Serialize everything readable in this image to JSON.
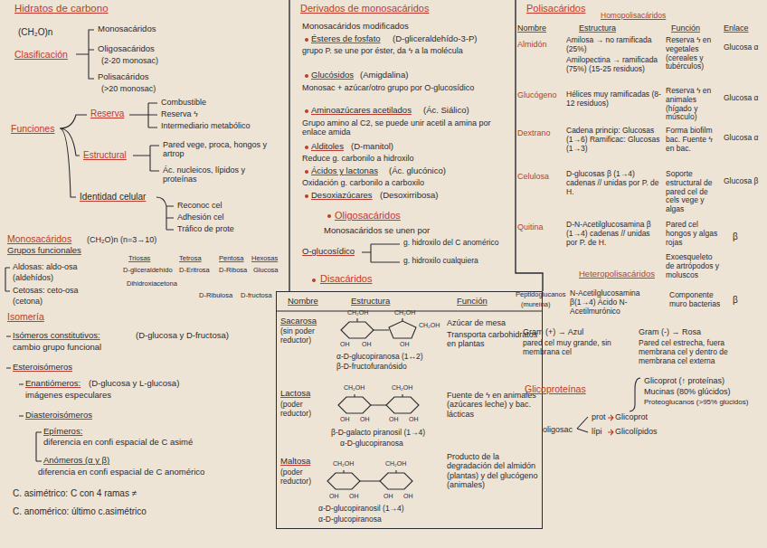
{
  "diagram": {
    "title": "Hidratos de carbono",
    "nodes": [
      {
        "text": [
          "Disacáridos"
        ]
      }
    ],
    "labels": [
      "(CH₂O)n",
      "Clasificación",
      "Monosacáridos",
      "Oligosacáridos",
      "(2-20 monosac)",
      "Polisacáridos",
      "(>20 monosac)",
      "Funciones",
      "Reserva",
      "Combustible",
      "Reserva ϟ",
      "Intermediario metabólico",
      "Estructural",
      "Pared vege, proca, hongos y artrop",
      "Ác. nucleicos, lípidos y proteínas",
      "Identidad celular",
      "Reconoc cel",
      "Adhesión cel",
      "Tráfico de prote",
      "Monosacáridos",
      "(CH₂O)n (n=3→10)",
      "Grupos funcionales",
      "Aldosas: aldo-osa",
      "(aldehídos)",
      "Triosas",
      "Tetrosa",
      "Pentosa",
      "Hexosas",
      "D-gliceraldehído",
      "D-Eritrosa",
      "D-Ribosa",
      "Glucosa",
      "Cetosas: ceto-osa",
      "(cetona)",
      "Dihidroxiacetona",
      "D-Ribulosa",
      "D-fructosa",
      "Isomería",
      "Isómeros constitutivos:",
      "(D-glucosa y D-fructosa)",
      "cambio grupo funcional",
      "Esteroisómeros",
      "Enantiómeros:",
      "(D-glucosa y L-glucosa)",
      "imágenes especulares",
      "Diasteroisómeros",
      "Epímeros:",
      "diferencia en confi espacial de C asimé",
      "Anómeros (α y β)",
      "diferencia en confi espacial de C anomérico",
      "C. asimétrico: C con 4 ramas ≠",
      "C. anomérico: último c.asimétrico",
      "Derivados de monosacáridos",
      "Monosacáridos modificados",
      "Ésteres de fosfato",
      "(D-gliceraldehído-3-P)",
      "grupo P. se une por éster, da ϟ a la molécula",
      "Glucósidos",
      "(Amigdalina)",
      "Monosac + azúcar/otro grupo por O-glucosídico",
      "Aminoazúcares acetilados",
      "(Ác. Siálico)",
      "Grupo amino al C2, se puede unir acetil a amina por enlace amida",
      "Alditoles",
      "(D-manitol)",
      "Reduce g. carbonilo a hidroxilo",
      "Ácidos y lactonas",
      "(Ác. glucónico)",
      "Oxidación g. carbonilo a carboxilo",
      "Desoxiazúcares",
      "(Desoxirribosa)",
      "Oligosacáridos",
      "Monosacáridos se unen por",
      "O-glucosídico",
      "g. hidroxilo del C anomérico",
      "g. hidroxilo cualquiera",
      "Nombre",
      "Estructura",
      "Función",
      "Sacarosa",
      "(sin poder reductor)",
      "α-D-glucopiranosa (1↔2)",
      "β-D-fructofuranósido",
      "Azúcar de mesa",
      "Transporta carbohidratos en plantas",
      "Lactosa",
      "(poder reductor)",
      "β-D-galacto piranosil (1→4)",
      "α-D-glucopiranosa",
      "Fuente de ϟ en animales (azúcares leche) y bac. lácticas",
      "Maltosa",
      "(poder reductor)",
      "α-D-glucopiranosil (1→4)",
      "α-D-glucopiranosa",
      "Producto de la degradación del almidón (plantas) y del glucógeno (animales)",
      "CH₂OH",
      "CH₂OH",
      "CH₂OH",
      "OH",
      "OH",
      "OH",
      "CH₂OH",
      "CH₂OH",
      "OH",
      "OH",
      "OH",
      "OH",
      "CH₂OH",
      "CH₂OH",
      "OH",
      "OH",
      "OH",
      "OH",
      "Polisacáridos",
      "Homopolisacáridos",
      "Nombre",
      "Estructura",
      "Función",
      "Enlace",
      "Almidón",
      "Amilosa → no ramificada (25%)",
      "Amilopectina → ramificada (75%) (15-25 residuos)",
      "Reserva ϟ en vegetales (cereales y tubérculos)",
      "Glucosa α",
      "Glucógeno",
      "Hélices muy ramificadas (8-12 residuos)",
      "Reserva ϟ en animales (hígado y músculo)",
      "Glucosa α",
      "Dextrano",
      "Cadena princip: Glucosas (1→6) Ramificac: Glucosas (1→3)",
      "Forma biofilm bac. Fuente ϟ en bac.",
      "Glucosa α",
      "Celulosa",
      "D-glucosas β (1→4) cadenas // unidas por P. de H.",
      "Soporte estructural de pared cel de cels vege y algas",
      "Glucosa β",
      "Quitina",
      "D-N-Acetilglucosamina β (1→4) cadenas // unidas por P. de H.",
      "Pared cel hongos y algas rojas",
      "Exoesqueleto de artrópodos y moluscos",
      "β",
      "Heteropolisacáridos",
      "Peptidoglucanos",
      "(mureína)",
      "N-Acetilglucosamina β(1→4) Ácido N-Acetilmurónico",
      "Componente muro bacterias",
      "β",
      "Gram (+) → Azul",
      "pared cel muy grande, sin membrana cel",
      "Gram (-) → Rosa",
      "Pared cel estrecha, fuera membrana cel y dentro de membrana cel externa",
      "Glicoproteínas",
      "Glicoprot (↑ proteínas)",
      "Mucinas (80% glúcidos)",
      "Proteoglucanos (>95% glúcidos)",
      "oligosac",
      "prot",
      "Glicoprot",
      "lípi",
      "Glicolípidos"
    ]
  }
}
